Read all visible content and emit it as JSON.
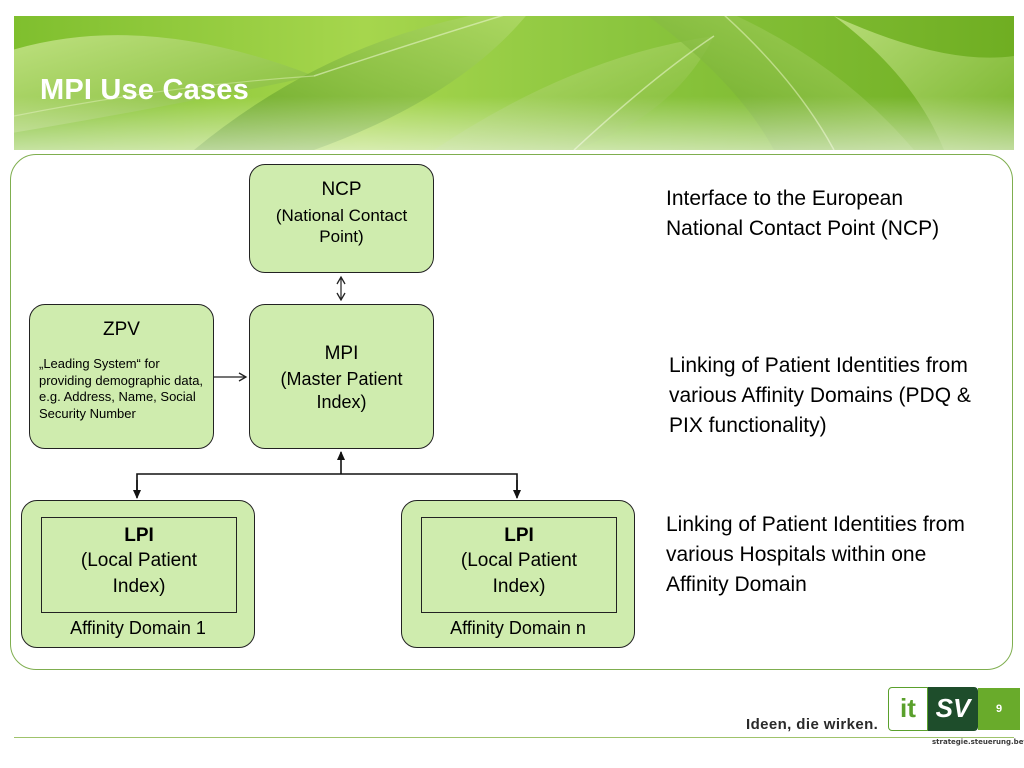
{
  "slide": {
    "title": "MPI Use Cases",
    "page_number": "9"
  },
  "diagram": {
    "ncp": {
      "title": "NCP",
      "subtitle": "(National Contact Point)"
    },
    "mpi": {
      "title": "MPI",
      "subtitle": "(Master Patient Index)"
    },
    "zpv": {
      "title": "ZPV",
      "description": "„Leading System“ for providing demographic data, e.g. Address, Name, Social Security Number"
    },
    "domains": [
      {
        "lpi_title": "LPI",
        "lpi_subtitle": "(Local Patient Index)",
        "label": "Affinity Domain 1"
      },
      {
        "lpi_title": "LPI",
        "lpi_subtitle": "(Local Patient Index)",
        "label": "Affinity Domain n"
      }
    ]
  },
  "descriptions": {
    "ncp": "Interface to the European National Contact Point (NCP)",
    "mpi": "Linking of Patient Identities from various Affinity Domains (PDQ & PIX functionality)",
    "lpi": "Linking of Patient Identities from various Hospitals within one Affinity Domain"
  },
  "footer": {
    "slogan": "Ideen, die wirken.",
    "logo_it": "it",
    "logo_sv": "SV",
    "tagline": "strategie.steuerung.betrieb"
  },
  "colors": {
    "box_fill": "#cfecae",
    "panel_border": "#7fae4f",
    "banner_green": "#8cc63f",
    "logo_dark": "#1e4d2b",
    "page_box": "#69ab2b"
  }
}
